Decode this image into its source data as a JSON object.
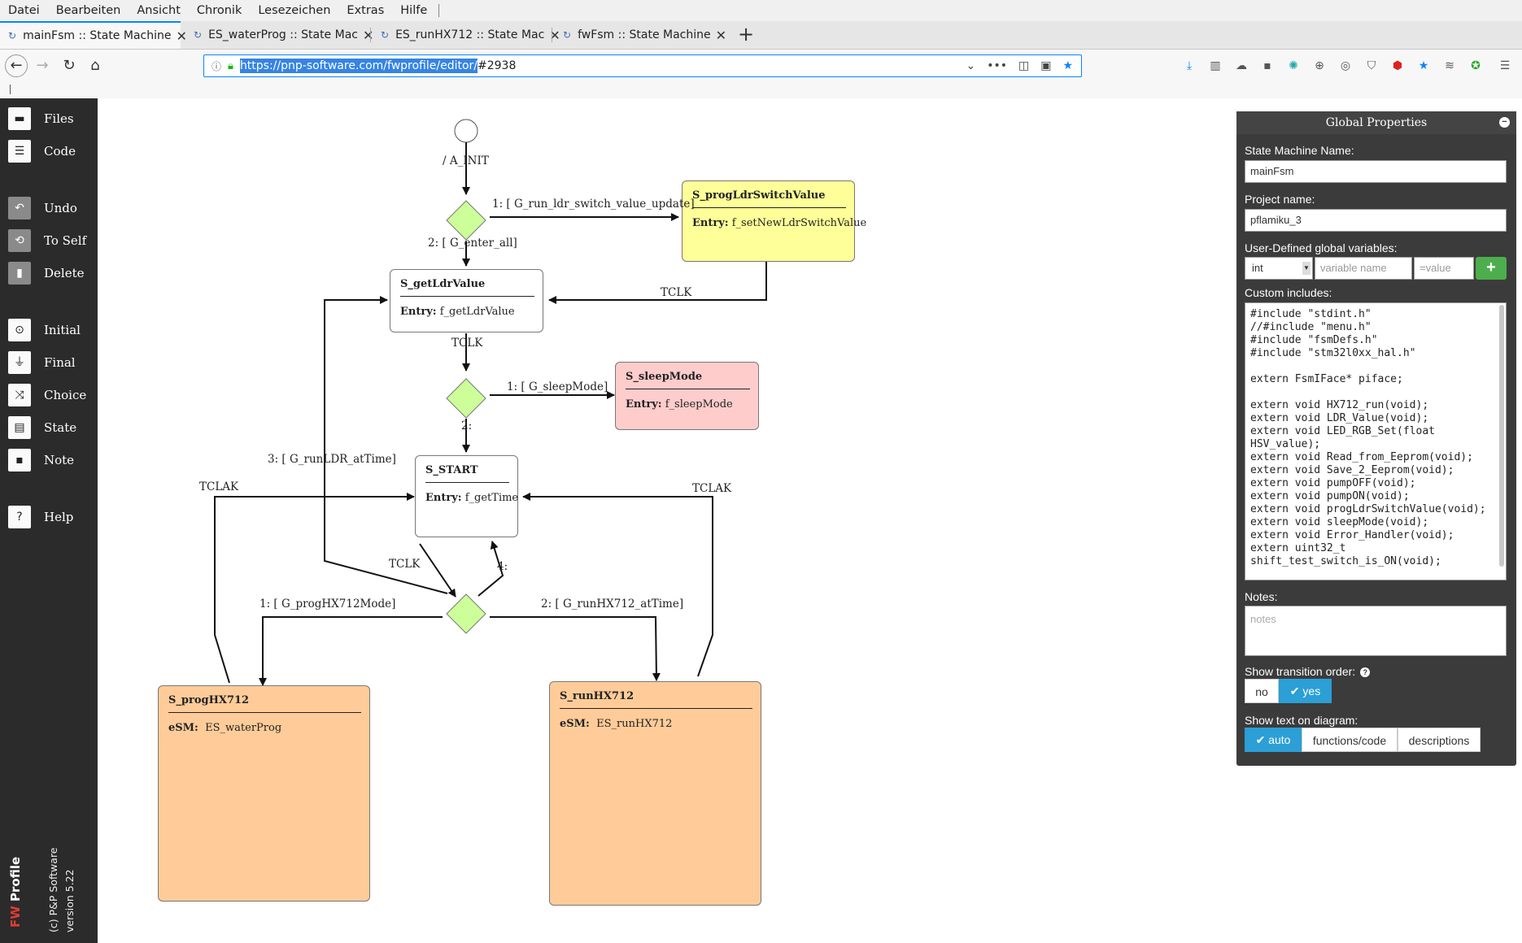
{
  "menu": [
    "Datei",
    "Bearbeiten",
    "Ansicht",
    "Chronik",
    "Lesezeichen",
    "Extras",
    "Hilfe"
  ],
  "tabs": [
    {
      "title": "mainFsm :: State Machine",
      "active": true
    },
    {
      "title": "ES_waterProg :: State Mac",
      "active": false
    },
    {
      "title": "ES_runHX712 :: State Mac",
      "active": false
    },
    {
      "title": "fwFsm :: State Machine",
      "active": false
    }
  ],
  "url": {
    "selected": "https://pnp-software.com/fwprofile/editor/",
    "rest": "#2938"
  },
  "sidebar": {
    "items": [
      {
        "label": "Files",
        "icon": "folder-icon",
        "glyph": "▬"
      },
      {
        "label": "Code",
        "icon": "list-icon",
        "glyph": "☰"
      },
      {
        "label": "Undo",
        "icon": "undo-icon",
        "glyph": "↶"
      },
      {
        "label": "To Self",
        "icon": "to-self-icon",
        "glyph": "⟲"
      },
      {
        "label": "Delete",
        "icon": "trash-icon",
        "glyph": "▮"
      },
      {
        "label": "Initial",
        "icon": "initial-icon",
        "glyph": "⊙"
      },
      {
        "label": "Final",
        "icon": "final-icon",
        "glyph": "⏚"
      },
      {
        "label": "Choice",
        "icon": "shuffle-icon",
        "glyph": "⤨"
      },
      {
        "label": "State",
        "icon": "state-icon",
        "glyph": "▤"
      },
      {
        "label": "Note",
        "icon": "note-icon",
        "glyph": "▪"
      },
      {
        "label": "Help",
        "icon": "help-icon",
        "glyph": "?"
      }
    ],
    "brand_fw": "FW",
    "brand_profile": " Profile",
    "copyright": "(c) P&P Software",
    "version": "version 5.22"
  },
  "diagram": {
    "initial_label": "/   A_INIT",
    "states": {
      "progLdr": {
        "name": "S_progLdrSwitchValue",
        "key": "Entry:",
        "value": "f_setNewLdrSwitchValue"
      },
      "getLdr": {
        "name": "S_getLdrValue",
        "key": "Entry:",
        "value": "f_getLdrValue"
      },
      "sleep": {
        "name": "S_sleepMode",
        "key": "Entry:",
        "value": "f_sleepMode"
      },
      "start": {
        "name": "S_START",
        "key": "Entry:",
        "value": "f_getTime"
      },
      "progHX": {
        "name": "S_progHX712",
        "key": "eSM:",
        "value": "ES_waterProg"
      },
      "runHX": {
        "name": "S_runHX712",
        "key": "eSM:",
        "value": "ES_runHX712"
      }
    },
    "transitions": {
      "t1": "1: [ G_run_ldr_switch_value_update]",
      "t2": "2: [ G_enter_all]",
      "t3": "TCLK",
      "t4": "TCLK",
      "t5": "1: [ G_sleepMode]",
      "t6": "2:",
      "t7": "3: [ G_runLDR_atTime]",
      "t8": "TCLAK",
      "t9": "TCLAK",
      "t10": "TCLK",
      "t11": "4:",
      "t12": "1: [ G_progHX712Mode]",
      "t13": "2: [ G_runHX712_atTime]"
    }
  },
  "panel": {
    "title": "Global Properties",
    "sm_name_label": "State Machine Name:",
    "sm_name": "mainFsm",
    "project_label": "Project name:",
    "project": "pflamiku_3",
    "vars_label": "User-Defined global variables:",
    "var_type": "int",
    "var_name_placeholder": "variable name",
    "var_value_placeholder": "=value",
    "includes_label": "Custom includes:",
    "includes": "#include \"stdint.h\"\n//#include \"menu.h\"\n#include \"fsmDefs.h\"\n#include \"stm32l0xx_hal.h\"\n\nextern FsmIFace* piface;\n\nextern void HX712_run(void);\nextern void LDR_Value(void);\nextern void LED_RGB_Set(float\nHSV_value);\nextern void Read_from_Eeprom(void);\nextern void Save_2_Eeprom(void);\nextern void pumpOFF(void);\nextern void pumpON(void);\nextern void progLdrSwitchValue(void);\nextern void sleepMode(void);\nextern void Error_Handler(void);\nextern uint32_t\nshift_test_switch_is_ON(void);",
    "notes_label": "Notes:",
    "notes_placeholder": "notes",
    "order_label": "Show transition order:",
    "order_no": "no",
    "order_yes": "✔ yes",
    "text_label": "Show text on diagram:",
    "text_auto": "✔ auto",
    "text_functions": "functions/code",
    "text_descriptions": "descriptions"
  },
  "colors": {
    "yellow_state": "#ffff99",
    "red_state": "#ffcccc",
    "orange_state": "#ffcc99",
    "choice": "#ccff99",
    "accent": "#2b9fd6"
  }
}
